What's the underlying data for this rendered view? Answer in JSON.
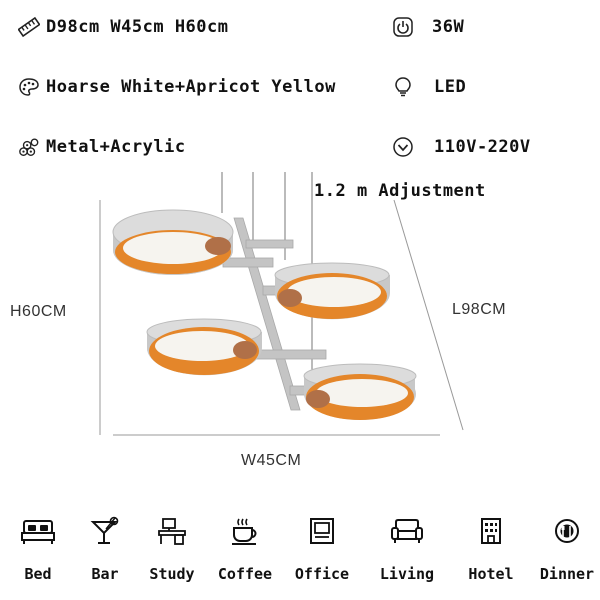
{
  "specs": {
    "dimensions": "D98cm W45cm H60cm",
    "power": "36W",
    "color": "Hoarse White+Apricot Yellow",
    "light_source": "LED",
    "material": "Metal+Acrylic",
    "voltage": "110V-220V",
    "adjustment": "1.2 m Adjustment"
  },
  "dimension_labels": {
    "height": "H60CM",
    "length": "L98CM",
    "width": "W45CM"
  },
  "rooms": [
    {
      "label": "Bed",
      "icon": "bed-icon"
    },
    {
      "label": "Bar",
      "icon": "cocktail-icon"
    },
    {
      "label": "Study",
      "icon": "desk-icon"
    },
    {
      "label": "Coffee",
      "icon": "coffee-cup-icon"
    },
    {
      "label": "Office",
      "icon": "office-icon"
    },
    {
      "label": "Living",
      "icon": "sofa-icon"
    },
    {
      "label": "Hotel",
      "icon": "hotel-icon"
    },
    {
      "label": "Dinner",
      "icon": "dinner-plate-icon"
    }
  ],
  "colors": {
    "ring_outer": "#c9c9c9",
    "ring_inner": "#e07a22",
    "lens": "#f5f3ee",
    "frame": "#bdbdbd"
  }
}
